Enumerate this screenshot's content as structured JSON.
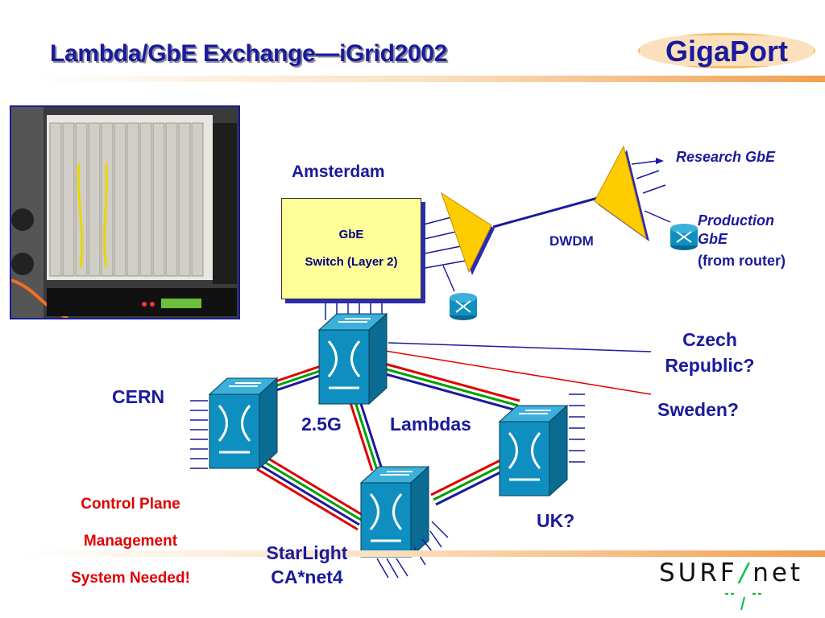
{
  "title": "Lambda/GbE Exchange—iGrid2002",
  "logo": {
    "text": "GigaPort",
    "color": "#1a1a9c",
    "accent": "#f0a030"
  },
  "footer_logo": {
    "text": "SURF",
    "suffix": "net"
  },
  "labels": {
    "amsterdam": "Amsterdam",
    "switch_line1": "GbE",
    "switch_line2": "Switch (Layer 2)",
    "research": "Research GbE",
    "production_line1": "Production",
    "production_line2": "GbE",
    "production_line3": "(from router)",
    "dwdm": "DWDM",
    "czech_line1": "Czech",
    "czech_line2": "Republic?",
    "sweden": "Sweden?",
    "cern": "CERN",
    "speed": "2.5G",
    "lambdas": "Lambdas",
    "uk": "UK?",
    "starlight_line1": "StarLight",
    "starlight_line2": "CA*net4"
  },
  "notes": [
    "Control Plane",
    "Management",
    "System Needed!"
  ],
  "colors": {
    "title": "#1a1a9c",
    "note": "#e00000",
    "switch_fill": "#ffff99",
    "switch_shadow": "#2b2bb0",
    "device": "#0f8fbf",
    "prism": "#ffcc00",
    "bar_start": "#fce3c8",
    "bar_end": "#f0a050"
  }
}
